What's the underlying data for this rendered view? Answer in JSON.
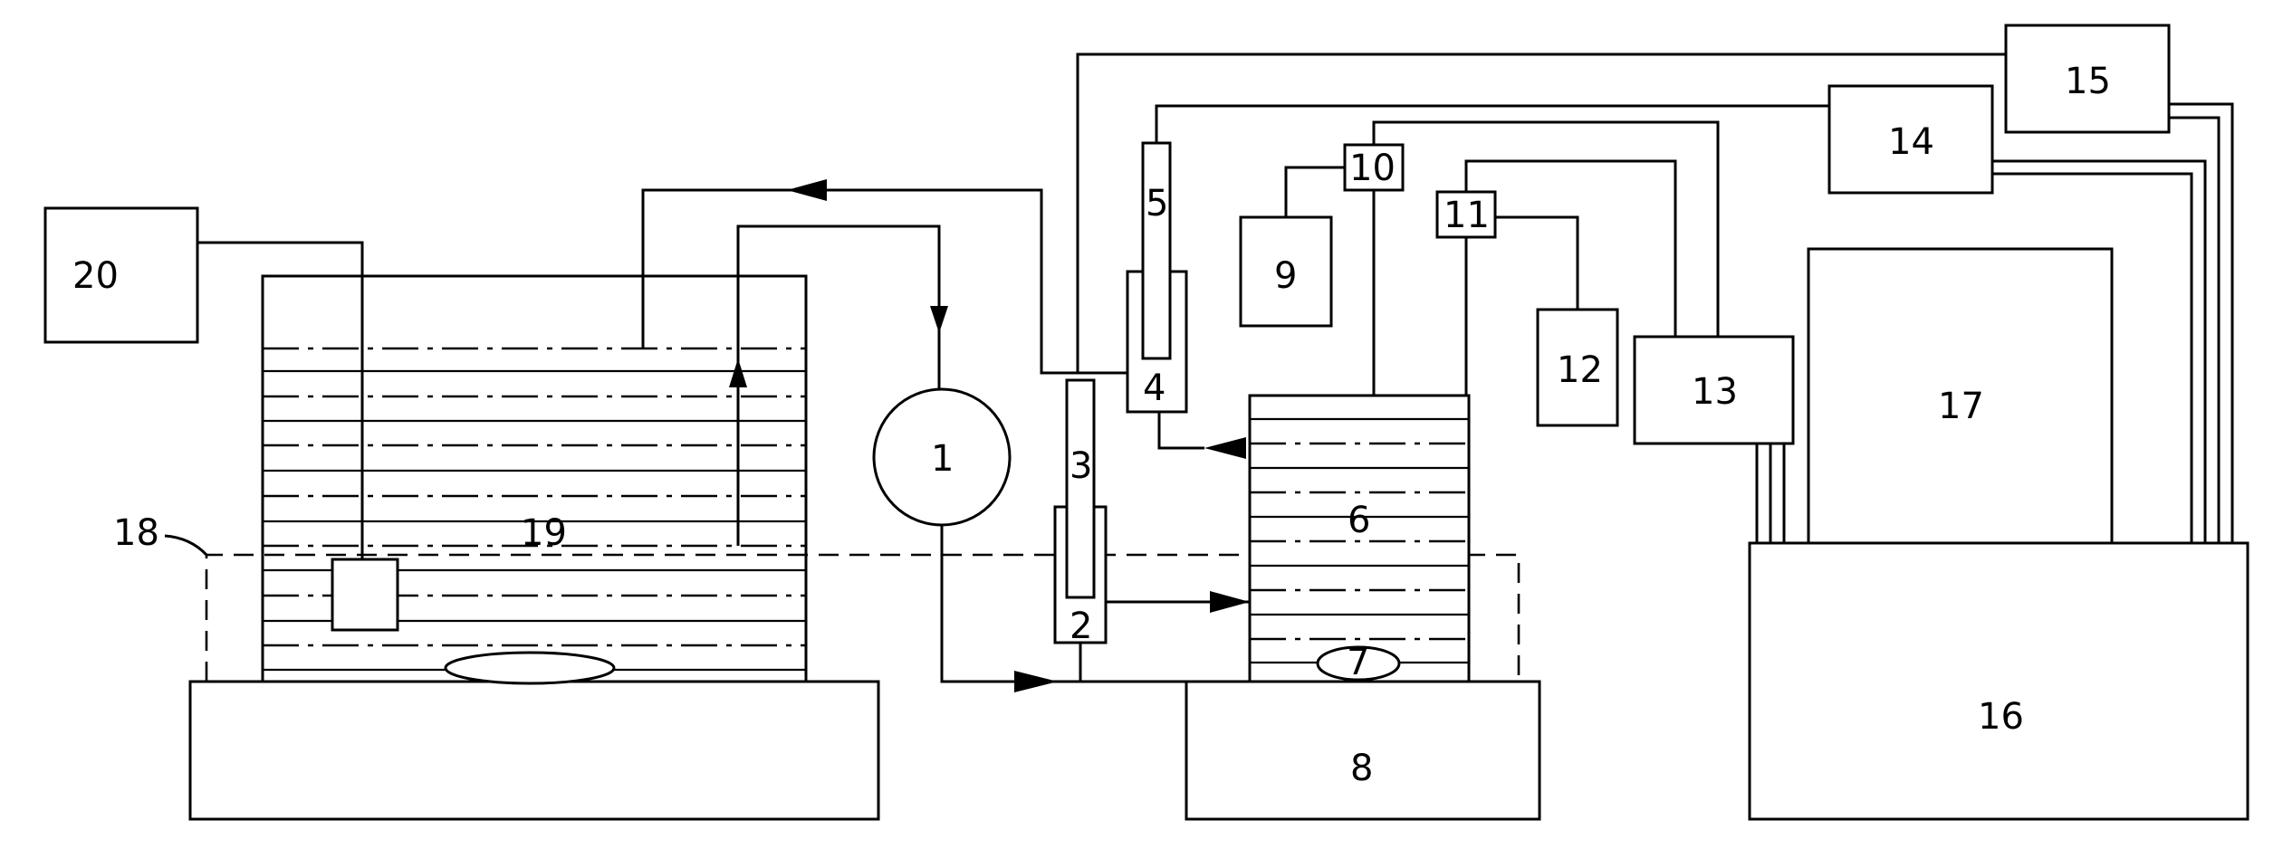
{
  "labels": {
    "c1": "1",
    "c2": "2",
    "c3": "3",
    "c4": "4",
    "c5": "5",
    "c6": "6",
    "c7": "7",
    "c8": "8",
    "c9": "9",
    "c10": "10",
    "c11": "11",
    "c12": "12",
    "c13": "13",
    "c14": "14",
    "c15": "15",
    "c16": "16",
    "c17": "17",
    "c18": "18",
    "c19": "19",
    "c20": "20"
  }
}
